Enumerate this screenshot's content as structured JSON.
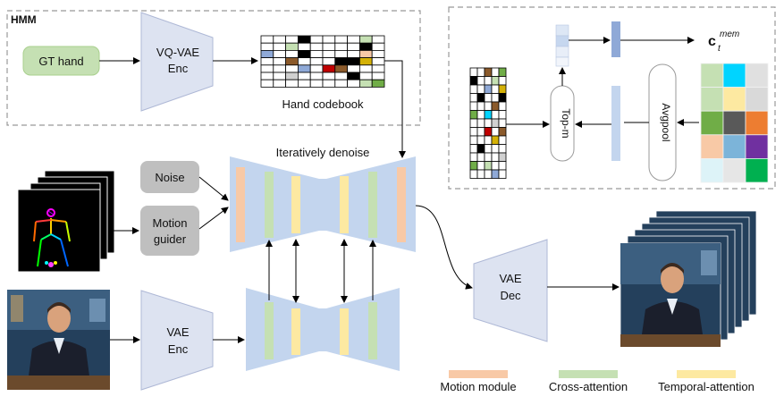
{
  "hmm": {
    "title": "HMM",
    "gt_hand": "GT hand",
    "vqvae_line1": "VQ-VAE",
    "vqvae_line2": "Enc",
    "codebook_label": "Hand codebook"
  },
  "memory": {
    "topm": "Top-m",
    "avgpool": "Avgpool",
    "output_symbol": "c",
    "output_sub": "t",
    "output_sup": "mem"
  },
  "pipeline": {
    "denoise_label": "Iteratively denoise",
    "noise": "Noise",
    "motion_guider_line1": "Motion",
    "motion_guider_line2": "guider",
    "vae_enc_line1": "VAE",
    "vae_enc_line2": "Enc",
    "vae_dec_line1": "VAE",
    "vae_dec_line2": "Dec"
  },
  "legend": [
    {
      "label": "Motion module",
      "color": "#f8c9a6"
    },
    {
      "label": "Cross-attention",
      "color": "#c5e0b3"
    },
    {
      "label": "Temporal-attention",
      "color": "#fde9a1"
    }
  ],
  "colors": {
    "motion_module": "#f8c9a6",
    "cross_attention": "#c5e0b3",
    "temporal_attention": "#fde9a1",
    "encoder_fill": "#dde3f1",
    "unet_fill": "#c3d5ee",
    "gray_box": "#bfbfbf",
    "green_box": "#c5e0b3"
  }
}
